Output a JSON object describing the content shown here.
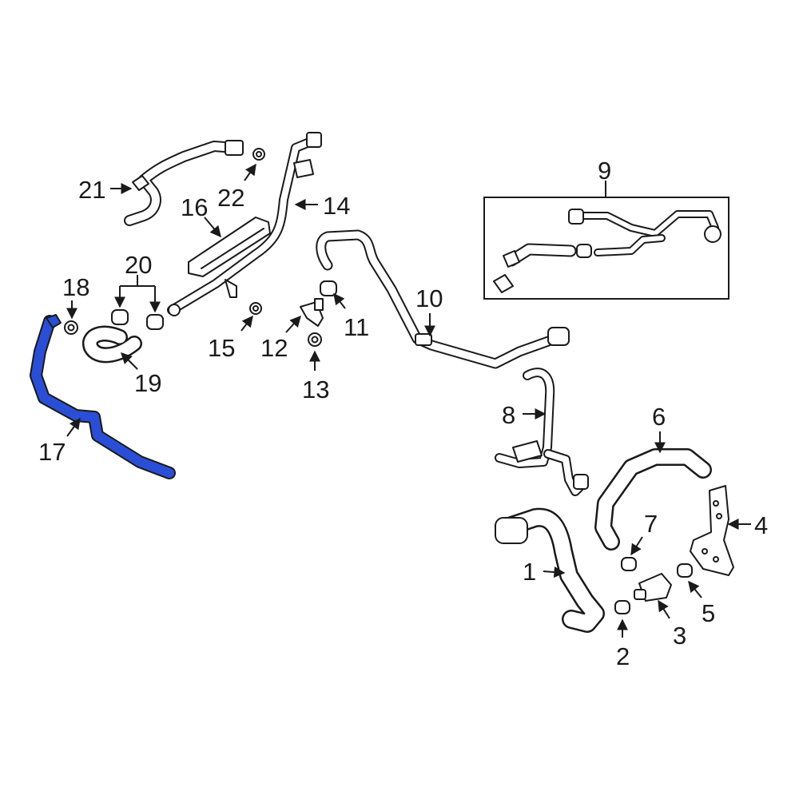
{
  "highlight_color": "#2a4fd6",
  "callouts": [
    {
      "id": "1",
      "text": "1"
    },
    {
      "id": "2",
      "text": "2"
    },
    {
      "id": "3",
      "text": "3"
    },
    {
      "id": "4",
      "text": "4"
    },
    {
      "id": "5",
      "text": "5"
    },
    {
      "id": "6",
      "text": "6"
    },
    {
      "id": "7",
      "text": "7"
    },
    {
      "id": "8",
      "text": "8"
    },
    {
      "id": "9",
      "text": "9"
    },
    {
      "id": "10",
      "text": "10"
    },
    {
      "id": "11",
      "text": "11"
    },
    {
      "id": "12",
      "text": "12"
    },
    {
      "id": "13",
      "text": "13"
    },
    {
      "id": "14",
      "text": "14"
    },
    {
      "id": "15",
      "text": "15"
    },
    {
      "id": "16",
      "text": "16"
    },
    {
      "id": "17",
      "text": "17"
    },
    {
      "id": "18",
      "text": "18"
    },
    {
      "id": "19",
      "text": "19"
    },
    {
      "id": "20",
      "text": "20"
    },
    {
      "id": "21",
      "text": "21"
    },
    {
      "id": "22",
      "text": "22"
    }
  ]
}
